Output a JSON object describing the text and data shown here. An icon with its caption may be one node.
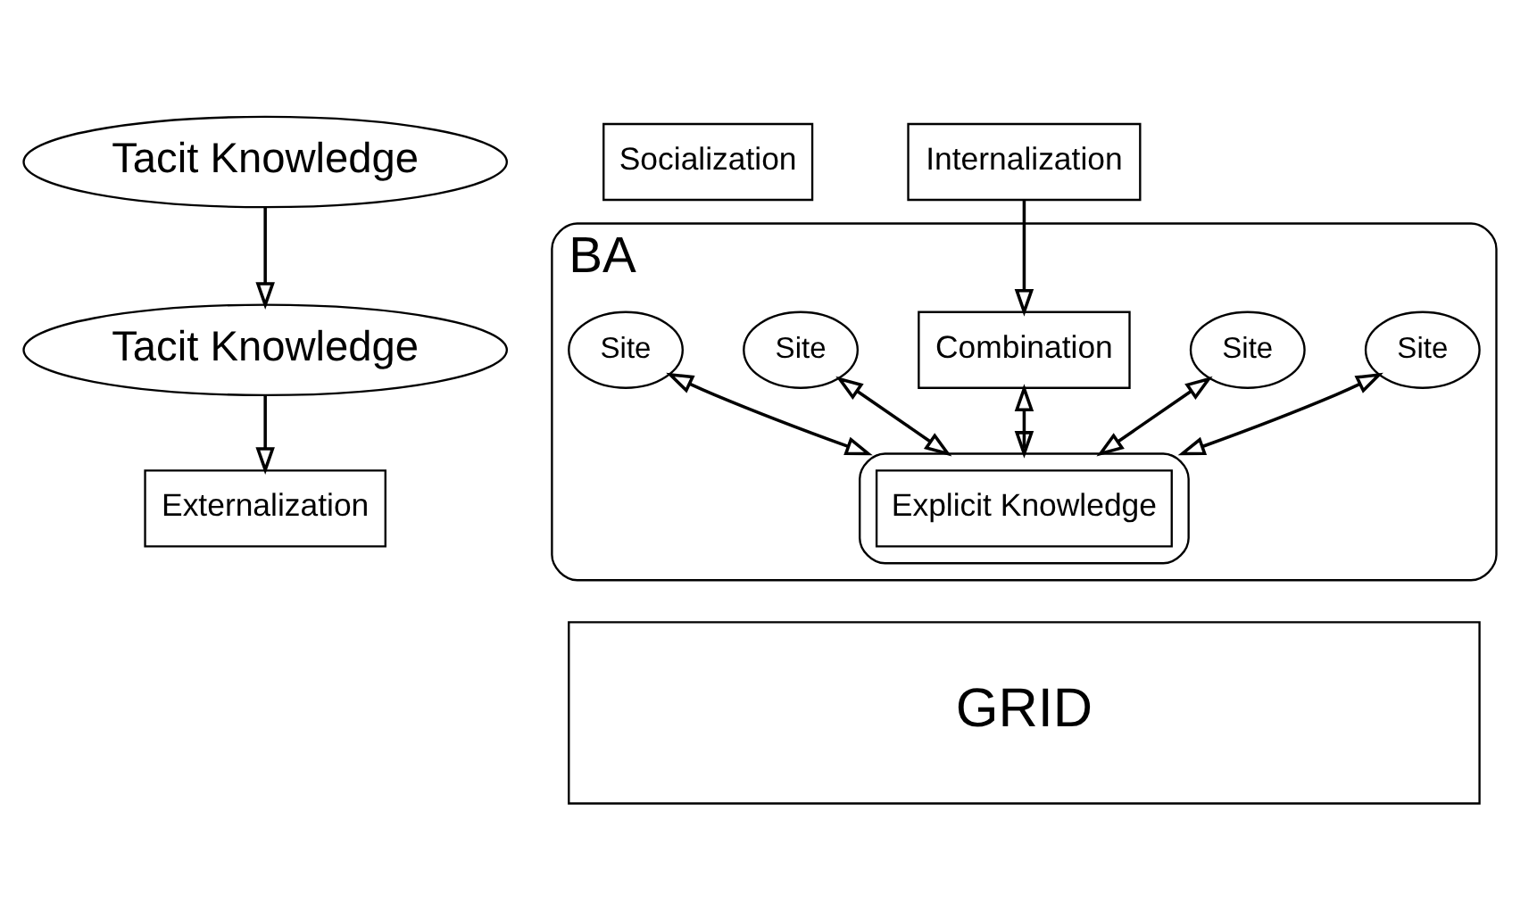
{
  "diagram": {
    "nodes": [
      {
        "text": [
          "Tacit Knowledge"
        ]
      },
      {
        "text": [
          "Socialization"
        ]
      },
      {
        "text": [
          "Tacit Knowledge"
        ]
      },
      {
        "text": [
          "Internalization"
        ]
      },
      {
        "text": [
          "BA"
        ]
      },
      {
        "text": [
          "Site"
        ],
        "in": 4
      },
      {
        "text": [
          "Site"
        ],
        "in": 4
      },
      {
        "text": [
          "Combination"
        ],
        "in": 4
      },
      {
        "text": [
          "Externalization"
        ]
      },
      {
        "text": [
          "Site"
        ],
        "in": 4
      },
      {
        "text": [],
        "shape": "ellipse",
        "in": 4
      },
      {
        "text": [
          "Explicit Knowledge"
        ],
        "in": 10
      },
      {
        "text": [
          "Site"
        ],
        "in": 4
      },
      {
        "text": [
          "GRID"
        ]
      }
    ],
    "edges": [
      {
        "from": 0,
        "to": 2,
        "arrow": "to"
      },
      {
        "from": 3,
        "to": 7,
        "arrow": "to"
      },
      {
        "from": 2,
        "to": 8,
        "arrow": "to"
      },
      {
        "from": 5,
        "to": 10,
        "arrow": "both"
      },
      {
        "from": 6,
        "to": 10,
        "arrow": "both"
      },
      {
        "from": 7,
        "to": 10,
        "arrow": "both"
      },
      {
        "from": 9,
        "to": 10,
        "arrow": "both"
      },
      {
        "from": 12,
        "to": 10,
        "arrow": "both"
      }
    ]
  }
}
